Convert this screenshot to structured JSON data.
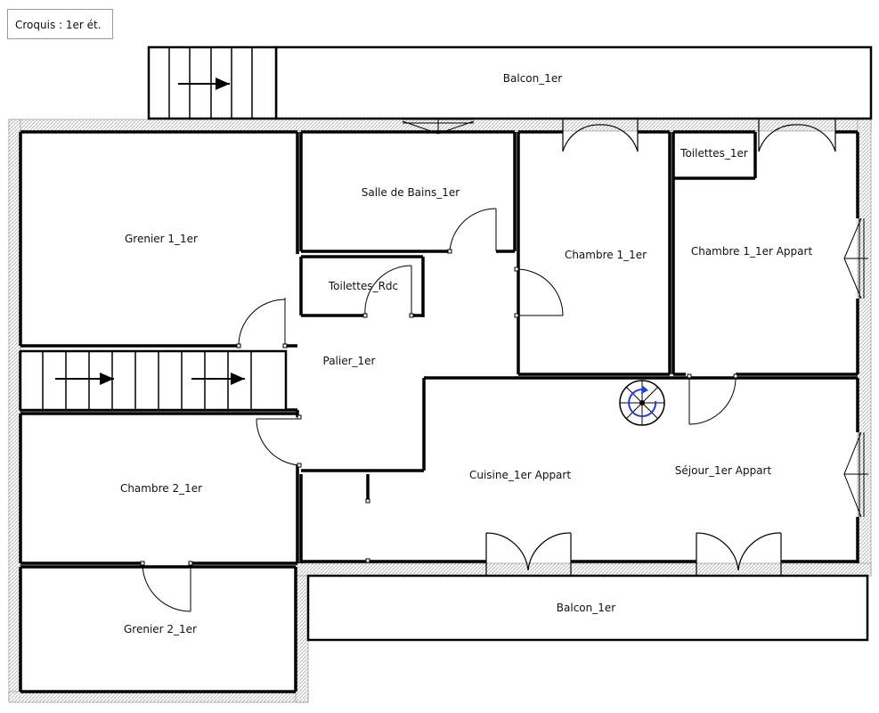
{
  "sketch_label": "Croquis : 1er ét.",
  "rooms": {
    "balcon_top": "Balcon_1er",
    "grenier_1": "Grenier 1_1er",
    "salle_de_bains": "Salle de Bains_1er",
    "chambre_1": "Chambre 1_1er",
    "toilettes_1er": "Toilettes_1er",
    "chambre_1_appart": "Chambre 1_1er Appart",
    "toilettes_rdc": "Toilettes_Rdc",
    "palier": "Palier_1er",
    "chambre_2": "Chambre 2_1er",
    "cuisine": "Cuisine_1er Appart",
    "sejour": "Séjour_1er Appart",
    "grenier_2": "Grenier 2_1er",
    "balcon_bottom": "Balcon_1er"
  },
  "colors": {
    "wall": "#000000",
    "outer_wall_hatch": "#b9b9b9",
    "spiral_arrow": "#1f3fd6",
    "label_border": "#9a9a9a"
  }
}
